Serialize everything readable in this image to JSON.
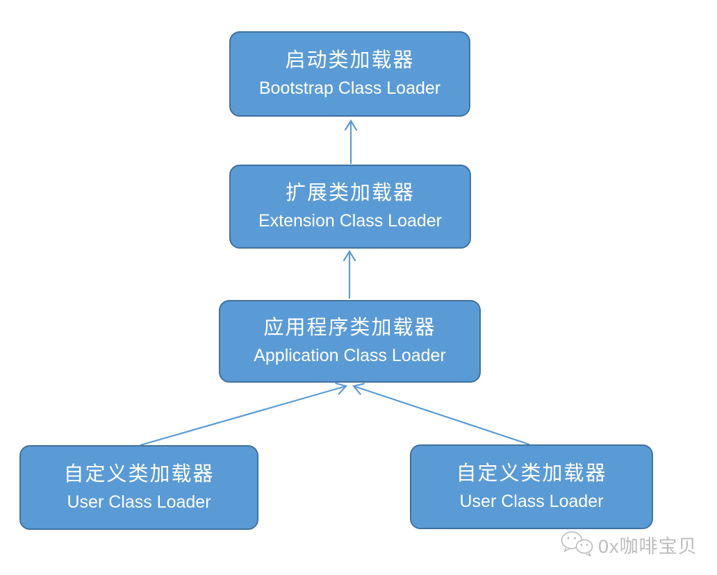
{
  "diagram": {
    "nodes": [
      {
        "id": "bootstrap",
        "label_zh": "启动类加载器",
        "label_en": "Bootstrap Class Loader"
      },
      {
        "id": "extension",
        "label_zh": "扩展类加载器",
        "label_en": "Extension Class Loader"
      },
      {
        "id": "application",
        "label_zh": "应用程序类加载器",
        "label_en": "Application Class Loader"
      },
      {
        "id": "user_left",
        "label_zh": "自定义类加载器",
        "label_en": "User Class Loader"
      },
      {
        "id": "user_right",
        "label_zh": "自定义类加载器",
        "label_en": "User Class Loader"
      }
    ],
    "edges": [
      {
        "from": "extension",
        "to": "bootstrap"
      },
      {
        "from": "application",
        "to": "extension"
      },
      {
        "from": "user_left",
        "to": "application"
      },
      {
        "from": "user_right",
        "to": "application"
      }
    ],
    "colors": {
      "node_fill": "#5B9BD5",
      "node_border": "#41719C",
      "arrow": "#5B9BD5",
      "node_text": "#FFFFFF"
    }
  },
  "watermark": {
    "icon": "wechat-icon",
    "text": "0x咖啡宝贝",
    "color": "#BCBCBC"
  }
}
